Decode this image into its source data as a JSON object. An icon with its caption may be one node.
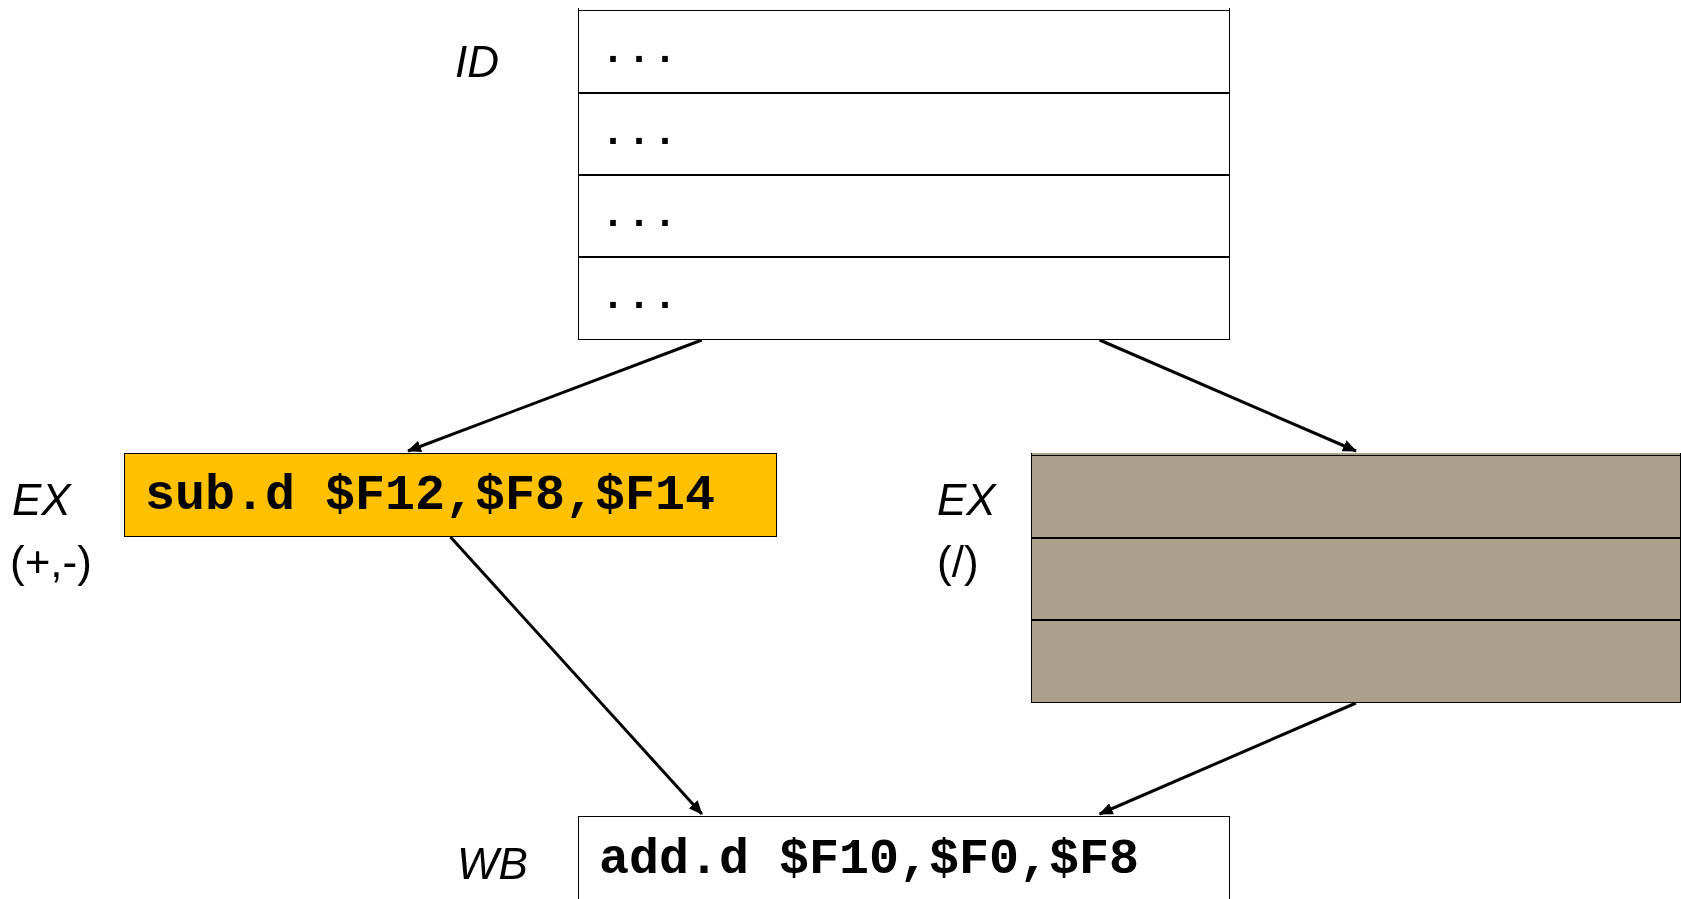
{
  "diagram": {
    "nodes": [
      {
        "text": [],
        "shape": "box",
        "beside": [
          "ID"
        ]
      },
      {
        "text": [
          "..."
        ],
        "in": 0
      },
      {
        "text": [
          "..."
        ],
        "in": 0
      },
      {
        "text": [
          "..."
        ],
        "in": 0
      },
      {
        "text": [
          "..."
        ],
        "in": 0
      },
      {
        "text": [
          "sub.d $F12,$F8,$F14"
        ],
        "beside": [
          "EX",
          "(+,-)"
        ]
      },
      {
        "text": [],
        "shape": "box",
        "beside": [
          "EX",
          "(/)"
        ]
      },
      {
        "text": [],
        "shape": "box",
        "in": 6
      },
      {
        "text": [],
        "shape": "box",
        "in": 6
      },
      {
        "text": [],
        "shape": "box",
        "in": 6
      },
      {
        "text": [
          "add.d $F10,$F0,$F8"
        ],
        "beside": [
          "WB"
        ]
      }
    ],
    "edges": [
      {
        "from": 0,
        "to": 5,
        "arrow": "to"
      },
      {
        "from": 0,
        "to": 6,
        "arrow": "to"
      },
      {
        "from": 5,
        "to": 10,
        "arrow": "to"
      },
      {
        "from": 6,
        "to": 10,
        "arrow": "to"
      }
    ]
  }
}
